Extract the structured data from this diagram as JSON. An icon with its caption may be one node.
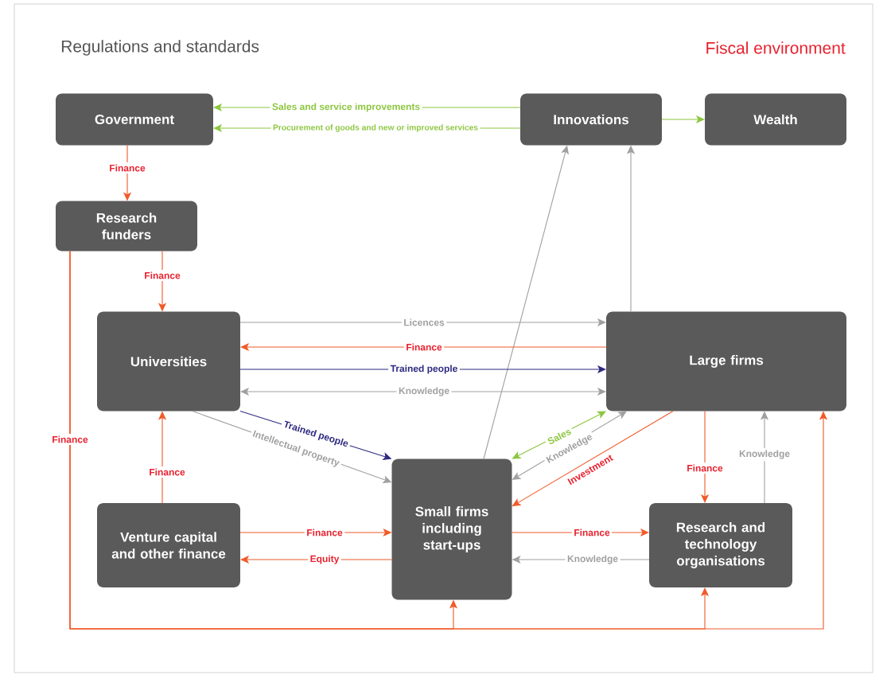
{
  "diagram": {
    "nodes": [
      {
        "text": [
          "Government"
        ]
      },
      {
        "text": [
          "Innovations"
        ]
      },
      {
        "text": [
          "Wealth"
        ]
      },
      {
        "text": [
          "Research funders"
        ]
      },
      {
        "text": [
          "Universities"
        ]
      },
      {
        "text": [
          "Large firms"
        ]
      },
      {
        "text": [
          "Venture capital and other finance"
        ]
      },
      {
        "text": [
          "Small firms including start-ups"
        ]
      },
      {
        "text": [
          "Research and technology organisations"
        ]
      }
    ],
    "edges": [
      {
        "from": 1,
        "to": 0,
        "arrow": "to",
        "label": "Sales and service improvements",
        "color": "#8cc63f"
      },
      {
        "from": 1,
        "to": 0,
        "arrow": "to",
        "label": "Procurement of goods and new or improved services",
        "color": "#8cc63f"
      },
      {
        "from": 1,
        "to": 2,
        "arrow": "to",
        "color": "#8cc63f"
      },
      {
        "from": 0,
        "to": 3,
        "arrow": "to",
        "label": "Finance",
        "color": "#f05a28"
      },
      {
        "from": 3,
        "to": 4,
        "arrow": "to",
        "label": "Finance",
        "color": "#f05a28"
      },
      {
        "from": 3,
        "to": 7,
        "arrow": "to",
        "label": "Finance",
        "color": "#f05a28"
      },
      {
        "from": 3,
        "to": 8,
        "arrow": "to",
        "color": "#f05a28"
      },
      {
        "from": 3,
        "to": 5,
        "arrow": "to",
        "color": "#f05a28"
      },
      {
        "from": 7,
        "to": 1,
        "arrow": "to",
        "color": "#a0a0a0"
      },
      {
        "from": 5,
        "to": 1,
        "arrow": "to",
        "color": "#a0a0a0"
      },
      {
        "from": 4,
        "to": 5,
        "arrow": "to",
        "label": "Licences",
        "color": "#a0a0a0"
      },
      {
        "from": 5,
        "to": 4,
        "arrow": "to",
        "label": "Finance",
        "color": "#f05a28"
      },
      {
        "from": 4,
        "to": 5,
        "arrow": "to",
        "label": "Trained people",
        "color": "#2e2a80"
      },
      {
        "from": 4,
        "to": 5,
        "arrow": "both",
        "label": "Knowledge",
        "color": "#a0a0a0"
      },
      {
        "from": 4,
        "to": 7,
        "arrow": "to",
        "label": "Trained people",
        "color": "#2e2a80"
      },
      {
        "from": 4,
        "to": 7,
        "arrow": "to",
        "label": "Intellectual property",
        "color": "#a0a0a0"
      },
      {
        "from": 7,
        "to": 5,
        "arrow": "both",
        "label": "Sales",
        "color": "#8cc63f"
      },
      {
        "from": 5,
        "to": 7,
        "arrow": "both",
        "label": "Knowledge",
        "color": "#a0a0a0"
      },
      {
        "from": 5,
        "to": 7,
        "arrow": "to",
        "label": "Investment",
        "color": "#f05a28"
      },
      {
        "from": 6,
        "to": 4,
        "arrow": "to",
        "label": "Finance",
        "color": "#f05a28"
      },
      {
        "from": 6,
        "to": 7,
        "arrow": "to",
        "label": "Finance",
        "color": "#f05a28"
      },
      {
        "from": 7,
        "to": 6,
        "arrow": "to",
        "label": "Equity",
        "color": "#f05a28"
      },
      {
        "from": 7,
        "to": 8,
        "arrow": "to",
        "label": "Finance",
        "color": "#f05a28"
      },
      {
        "from": 8,
        "to": 7,
        "arrow": "to",
        "label": "Knowledge",
        "color": "#a0a0a0"
      },
      {
        "from": 5,
        "to": 8,
        "arrow": "to",
        "label": "Finance",
        "color": "#f05a28"
      },
      {
        "from": 8,
        "to": 5,
        "arrow": "to",
        "label": "Knowledge",
        "color": "#a0a0a0"
      }
    ],
    "labels": [
      "Regulations and standards",
      "Fiscal environment"
    ]
  }
}
